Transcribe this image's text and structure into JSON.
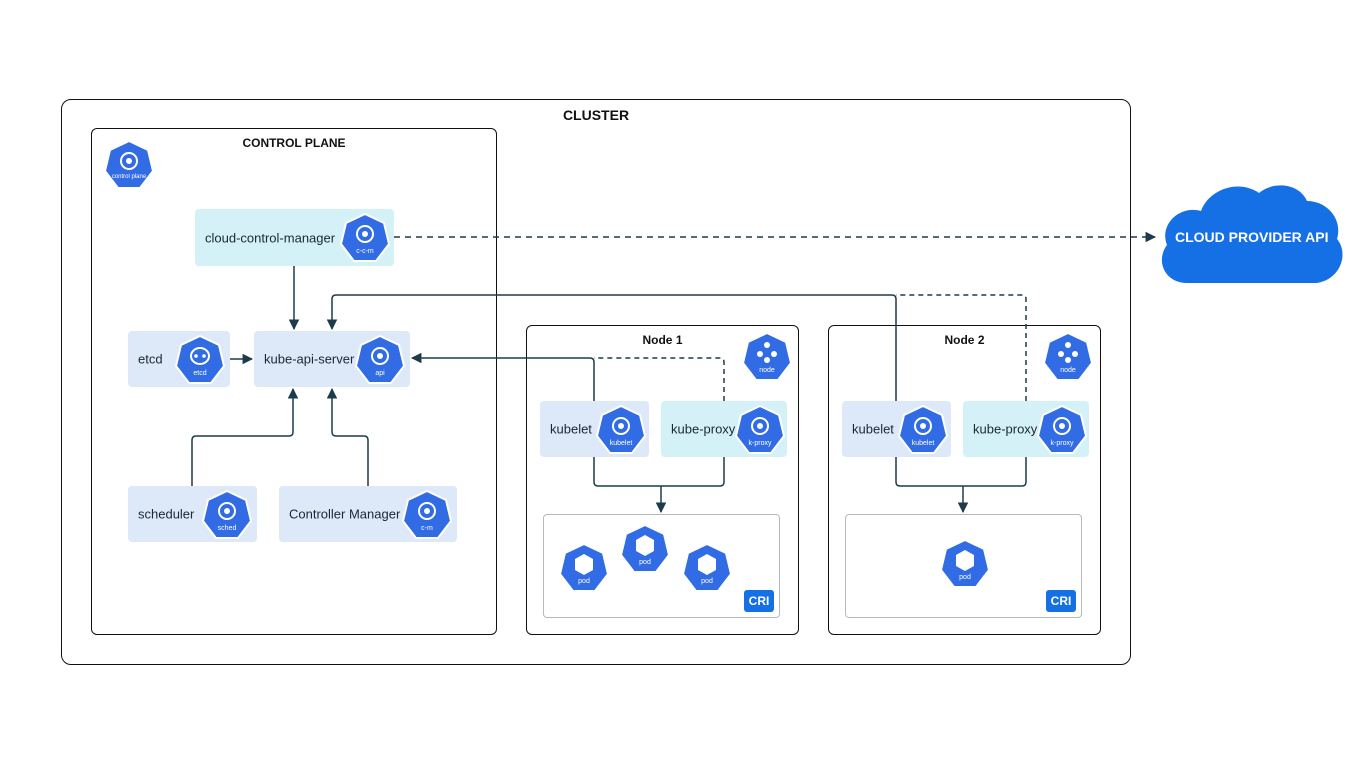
{
  "cluster": {
    "title": "CLUSTER"
  },
  "control_plane": {
    "title": "CONTROL PLANE",
    "icon_label": "control plane",
    "components": {
      "ccm": {
        "label": "cloud-control-manager",
        "icon": "c-c-m"
      },
      "etcd": {
        "label": "etcd",
        "icon": "etcd"
      },
      "api": {
        "label": "kube-api-server",
        "icon": "api"
      },
      "scheduler": {
        "label": "scheduler",
        "icon": "sched"
      },
      "cm": {
        "label": "Controller Manager",
        "icon": "c-m"
      }
    }
  },
  "nodes": [
    {
      "title": "Node 1",
      "icon": "node",
      "kubelet": "kubelet",
      "kubelet_icon": "kubelet",
      "proxy": "kube-proxy",
      "proxy_icon": "k-proxy",
      "pod_icon": "pod",
      "cri": "CRI"
    },
    {
      "title": "Node 2",
      "icon": "node",
      "kubelet": "kubelet",
      "kubelet_icon": "kubelet",
      "proxy": "kube-proxy",
      "proxy_icon": "k-proxy",
      "pod_icon": "pod",
      "cri": "CRI"
    }
  ],
  "cloud": {
    "label": "CLOUD PROVIDER API"
  },
  "colors": {
    "k8s_blue": "#326ce5",
    "line": "#1d3b4a",
    "blue_fill": "#dde8f8",
    "cyan_fill": "#d4f1f7",
    "cloud": "#1570e6"
  }
}
